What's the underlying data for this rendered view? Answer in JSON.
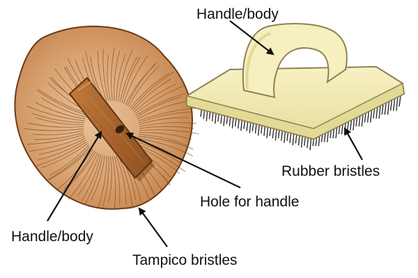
{
  "labels": {
    "left_handle": "Handle/body",
    "hole": "Hole for handle",
    "tampico": "Tampico bristles",
    "right_handle": "Handle/body",
    "rubber": "Rubber bristles"
  },
  "colors": {
    "bristle_light": "#E8B98A",
    "bristle_mid": "#C98A55",
    "bristle_dark": "#8A4E24",
    "wood": "#B06A33",
    "wood_dark": "#7A4519",
    "plastic": "#F4EDB4",
    "plastic_shade": "#E3D996",
    "rubber": "#2C2C2C",
    "arrow": "#111111"
  }
}
